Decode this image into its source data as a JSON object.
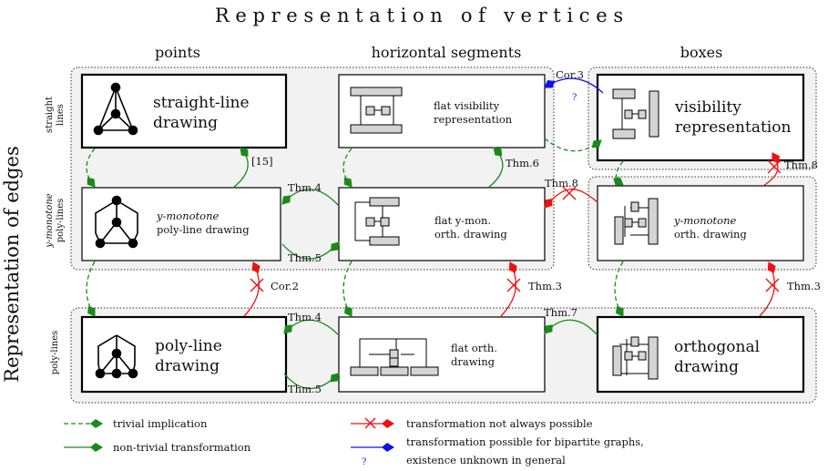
{
  "title": "R e p r e s e n t a t i o n   o f   v e r t i c e s",
  "side_title": "Representation of edges",
  "columns": [
    "points",
    "horizontal segments",
    "boxes"
  ],
  "rows": [
    "straight lines",
    "y-monotone poly-lines",
    "poly-lines"
  ],
  "row_label_lines": {
    "r1a": "straight",
    "r1b": "lines",
    "r2a": "y-monotone",
    "r2b": "poly-lines",
    "r3": "poly-lines"
  },
  "boxes": {
    "sl": [
      "straight-line",
      "drawing"
    ],
    "fv": [
      "flat visibility",
      "representation"
    ],
    "vr": [
      "visibility",
      "representation"
    ],
    "ym": [
      "y-monotone",
      "poly-line drawing"
    ],
    "fym": [
      "flat y-mon.",
      "orth. drawing"
    ],
    "yo": [
      "y-monotone",
      "orth. drawing"
    ],
    "pl": [
      "poly-line",
      "drawing"
    ],
    "fo": [
      "flat orth.",
      "drawing"
    ],
    "od": [
      "orthogonal",
      "drawing"
    ]
  },
  "arrow_labels": {
    "ref15": "[15]",
    "thm6": "Thm.6",
    "cor3": "Cor.3",
    "cor3q": "?",
    "thm4a": "Thm.4",
    "thm5a": "Thm.5",
    "thm8a": "Thm.8",
    "thm8b": "Thm.8",
    "cor2": "Cor.2",
    "thm3a": "Thm.3",
    "thm3b": "Thm.3",
    "thm4b": "Thm.4",
    "thm5b": "Thm.5",
    "thm7": "Thm.7"
  },
  "legend": {
    "trivial": "trivial implication",
    "nontrivial": "non-trivial transformation",
    "notpossible": "transformation not always possible",
    "bipartite1": "transformation possible for bipartite graphs,",
    "bipartite2": "existence unknown in general",
    "bipartite_q": "?"
  },
  "colors": {
    "green": "#1a8a1a",
    "red": "#ee1111",
    "blue": "#1111ee",
    "panel": "#f2f2f2"
  }
}
